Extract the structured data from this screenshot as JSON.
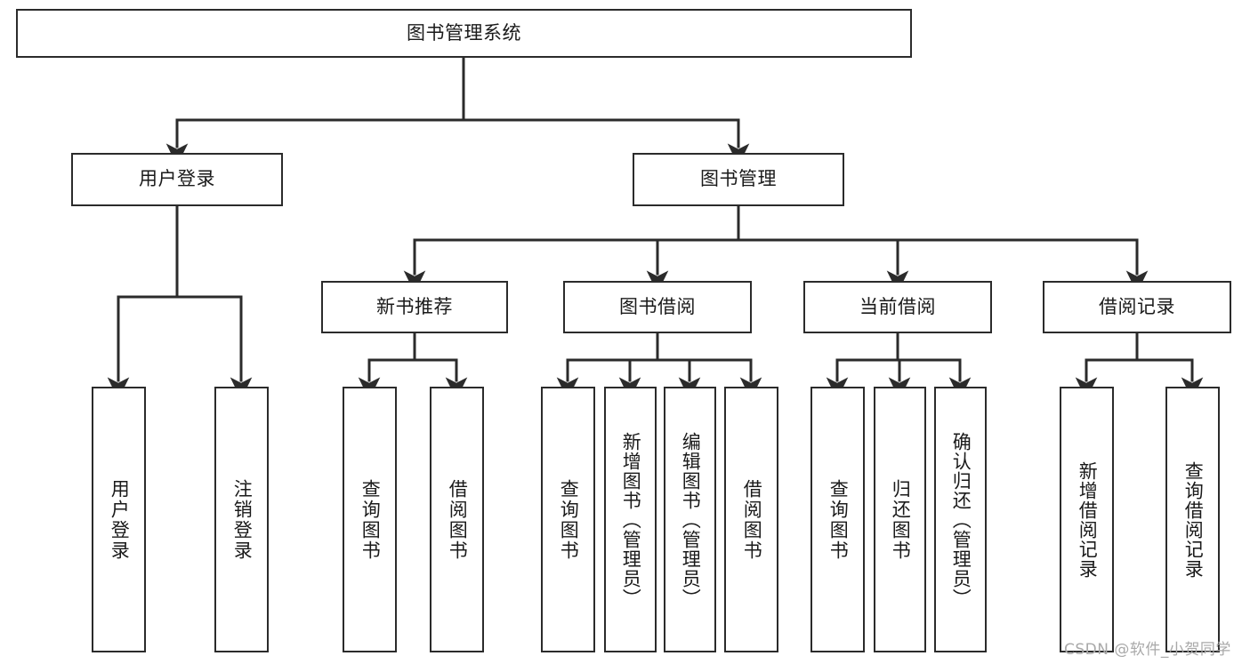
{
  "diagram": {
    "type": "tree-hierarchy",
    "title": "图书管理系统",
    "watermark": "CSDN @软件_小贺同学",
    "colors": {
      "box_border": "#2b2b2b",
      "box_fill": "#ffffff",
      "connector": "#2b2b2b",
      "text": "#1a1a1a",
      "watermark": "#a9a9a9"
    },
    "nodes": {
      "root": {
        "label": "图书管理系统"
      },
      "level1": [
        {
          "id": "user-login",
          "label": "用户登录"
        },
        {
          "id": "book-manage",
          "label": "图书管理"
        }
      ],
      "level2": [
        {
          "id": "new-book-rec",
          "label": "新书推荐"
        },
        {
          "id": "book-borrow",
          "label": "图书借阅"
        },
        {
          "id": "current-borrow",
          "label": "当前借阅"
        },
        {
          "id": "borrow-record",
          "label": "借阅记录"
        }
      ],
      "leaves": {
        "user_login": [
          {
            "id": "leaf-user-login",
            "label": "用户登录"
          },
          {
            "id": "leaf-logout-login",
            "label": "注销登录"
          }
        ],
        "new_book_rec": [
          {
            "id": "leaf-query-book-1",
            "label": "查询图书"
          },
          {
            "id": "leaf-borrow-book-1",
            "label": "借阅图书"
          }
        ],
        "book_borrow": [
          {
            "id": "leaf-query-book-2",
            "label": "查询图书"
          },
          {
            "id": "leaf-add-book",
            "label": "新增图书（管理员）"
          },
          {
            "id": "leaf-edit-book",
            "label": "编辑图书（管理员）"
          },
          {
            "id": "leaf-borrow-book-2",
            "label": "借阅图书"
          }
        ],
        "current_borrow": [
          {
            "id": "leaf-query-book-3",
            "label": "查询图书"
          },
          {
            "id": "leaf-return-book",
            "label": "归还图书"
          },
          {
            "id": "leaf-confirm-return",
            "label": "确认归还（管理员）"
          }
        ],
        "borrow_record": [
          {
            "id": "leaf-add-record",
            "label": "新增借阅记录"
          },
          {
            "id": "leaf-query-record",
            "label": "查询借阅记录"
          }
        ]
      }
    }
  }
}
